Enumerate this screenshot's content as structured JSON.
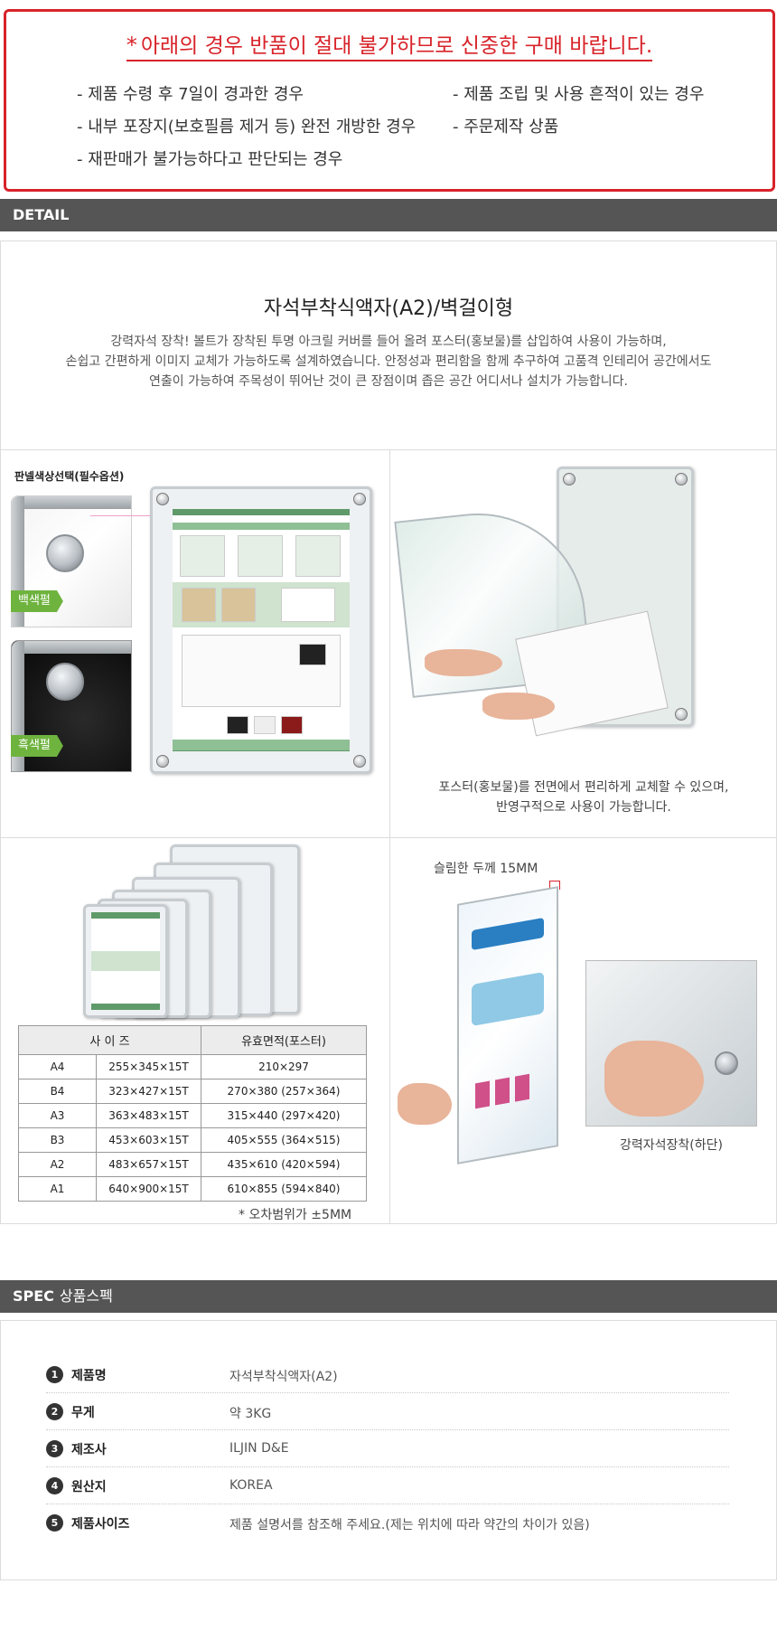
{
  "notice": {
    "star": "*",
    "title": "아래의 경우 반품이 절대 불가하므로 신중한 구매 바랍니다.",
    "items": [
      "- 제품 수령 후 7일이 경과한 경우",
      "- 제품 조립 및 사용 흔적이 있는 경우",
      "- 내부 포장지(보호필름 제거 등) 완전 개방한 경우",
      "- 주문제작 상품",
      "- 재판매가 불가능하다고 판단되는 경우"
    ]
  },
  "detail": {
    "section_label": "DETAIL",
    "title": "자석부착식액자(A2)/벽걸이형",
    "desc": [
      "강력자석 장착! 볼트가 장착된 투명 아크릴 커버를 들어 올려 포스터(홍보물)를 삽입하여 사용이 가능하며,",
      "손쉽고 간편하게 이미지 교체가 가능하도록 설계하였습니다. 안정성과 편리함을 함께 추구하여 고품격 인테리어 공간에서도",
      "연출이 가능하여 주목성이 뛰어난 것이 큰 장점이며 좁은 공간 어디서나 설치가 가능합니다."
    ]
  },
  "panel_color": {
    "title": "판넬색상선택(필수옵션)",
    "white_label": "백색펄",
    "black_label": "흑색펄",
    "label_color": "#6fb33f"
  },
  "panel_replace": {
    "caption": [
      "포스터(홍보물)를 전면에서 편리하게 교체할 수 있으며,",
      "반영구적으로 사용이 가능합니다."
    ]
  },
  "size_table": {
    "headers": [
      "사 이 즈",
      "유효면적(포스터)"
    ],
    "rows": [
      [
        "A4",
        "255×345×15T",
        "210×297"
      ],
      [
        "B4",
        "323×427×15T",
        "270×380 (257×364)"
      ],
      [
        "A3",
        "363×483×15T",
        "315×440 (297×420)"
      ],
      [
        "B3",
        "453×603×15T",
        "405×555 (364×515)"
      ],
      [
        "A2",
        "483×657×15T",
        "435×610 (420×594)"
      ],
      [
        "A1",
        "640×900×15T",
        "610×855 (594×840)"
      ]
    ],
    "tolerance": "* 오차범위가 ±5MM"
  },
  "panel_slim": {
    "thickness_label": "슬림한 두께 15MM",
    "magnet_caption": "강력자석장착(하단)"
  },
  "spec": {
    "section_label": "SPEC",
    "section_label_ko": "상품스펙",
    "rows": [
      {
        "num": "1",
        "label": "제품명",
        "value": "자석부착식액자(A2)"
      },
      {
        "num": "2",
        "label": "무게",
        "value": "약 3KG"
      },
      {
        "num": "3",
        "label": "제조사",
        "value": "ILJIN D&E"
      },
      {
        "num": "4",
        "label": "원산지",
        "value": "KOREA"
      },
      {
        "num": "5",
        "label": "제품사이즈",
        "value": "제품 설명서를 참조해 주세요.(제는 위치에 따라 약간의 차이가 있음)"
      }
    ]
  }
}
